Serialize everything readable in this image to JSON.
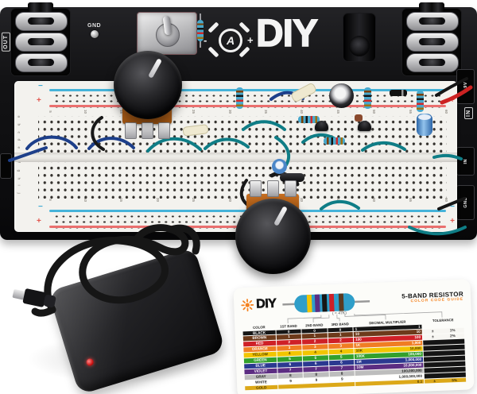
{
  "panel": {
    "brand": "DIY",
    "out_label": "OUT",
    "in_label": "IN",
    "gnd_label": "GND",
    "logo_glyph": "A",
    "logo_minus": "-",
    "logo_plus": "+"
  },
  "pads": {
    "power": "+9V",
    "input": "IN",
    "ground": "GND"
  },
  "breadboard": {
    "rail_minus": "−",
    "rail_plus": "+",
    "row_letters_top": [
      "a",
      "b",
      "c",
      "d",
      "e"
    ],
    "row_letters_bottom": [
      "f",
      "g",
      "h",
      "i",
      "j"
    ],
    "column_numbers": [
      "5",
      "10",
      "15",
      "20",
      "25",
      "30",
      "35",
      "40",
      "45",
      "50",
      "55",
      "60"
    ]
  },
  "card": {
    "brand": "DIY",
    "title": "5-BAND RESISTOR",
    "subtitle": "COLOR CODE GUIDE",
    "example": "( = 47K)",
    "accent_color": "#f5821f",
    "resistor_body_color": "#2f9ec9",
    "resistor_band_colors": [
      "#f2c500",
      "#5c2d82",
      "#161616",
      "#cf2027",
      "#5b3a21"
    ],
    "headers": [
      "COLOR",
      "1ST BAND",
      "2ND BAND",
      "3RD BAND",
      "DECIMAL MULTIPLIER",
      "TOLERANCE"
    ],
    "rows": [
      {
        "name": "BLACK",
        "bg": "#161616",
        "fg": "#ffffff",
        "b1": "0",
        "b2": "0",
        "b3": "0",
        "mult_short": "1",
        "mult_long": "1",
        "tol": "",
        "tol_black": false
      },
      {
        "name": "BROWN",
        "bg": "#6d3a1b",
        "fg": "#ffffff",
        "b1": "1",
        "b2": "1",
        "b3": "1",
        "mult_short": "10",
        "mult_long": "10",
        "tol": "± 1%",
        "tol_black": false
      },
      {
        "name": "RED",
        "bg": "#cf2027",
        "fg": "#ffffff",
        "b1": "2",
        "b2": "2",
        "b3": "2",
        "mult_short": "100",
        "mult_long": "100",
        "tol": "± 2%",
        "tol_black": false
      },
      {
        "name": "ORANGE",
        "bg": "#f07d23",
        "fg": "#ffffff",
        "b1": "3",
        "b2": "3",
        "b3": "3",
        "mult_short": "1K",
        "mult_long": "1,000",
        "tol": "",
        "tol_black": true
      },
      {
        "name": "YELLOW",
        "bg": "#f2c500",
        "fg": "#4a3800",
        "b1": "4",
        "b2": "4",
        "b3": "4",
        "mult_short": "10K",
        "mult_long": "10,000",
        "tol": "",
        "tol_black": true
      },
      {
        "name": "GREEN",
        "bg": "#33a02c",
        "fg": "#ffffff",
        "b1": "5",
        "b2": "5",
        "b3": "5",
        "mult_short": "100K",
        "mult_long": "100,000",
        "tol": "",
        "tol_black": true
      },
      {
        "name": "BLUE",
        "bg": "#2b3990",
        "fg": "#ffffff",
        "b1": "6",
        "b2": "6",
        "b3": "6",
        "mult_short": "1M",
        "mult_long": "1,000,000",
        "tol": "",
        "tol_black": true
      },
      {
        "name": "VIOLET",
        "bg": "#5c2d82",
        "fg": "#ffffff",
        "b1": "7",
        "b2": "7",
        "b3": "7",
        "mult_short": "10M",
        "mult_long": "10,000,000",
        "tol": "",
        "tol_black": true
      },
      {
        "name": "GRAY",
        "bg": "#bdbdbd",
        "fg": "#222222",
        "b1": "8",
        "b2": "8",
        "b3": "8",
        "mult_short": "",
        "mult_long": "100,000,000",
        "tol": "",
        "tol_black": true
      },
      {
        "name": "WHITE",
        "bg": "#ffffff",
        "fg": "#222222",
        "b1": "9",
        "b2": "9",
        "b3": "9",
        "mult_short": "",
        "mult_long": "1,000,000,000",
        "tol": "",
        "tol_black": true
      },
      {
        "name": "GOLD",
        "bg": "#dca818",
        "fg": "#4a3800",
        "b1": "",
        "b2": "",
        "b3": "",
        "mult_short": "",
        "mult_long": "0.1",
        "tol": "± 5%",
        "tol_black": false,
        "span_bands": true
      }
    ]
  }
}
